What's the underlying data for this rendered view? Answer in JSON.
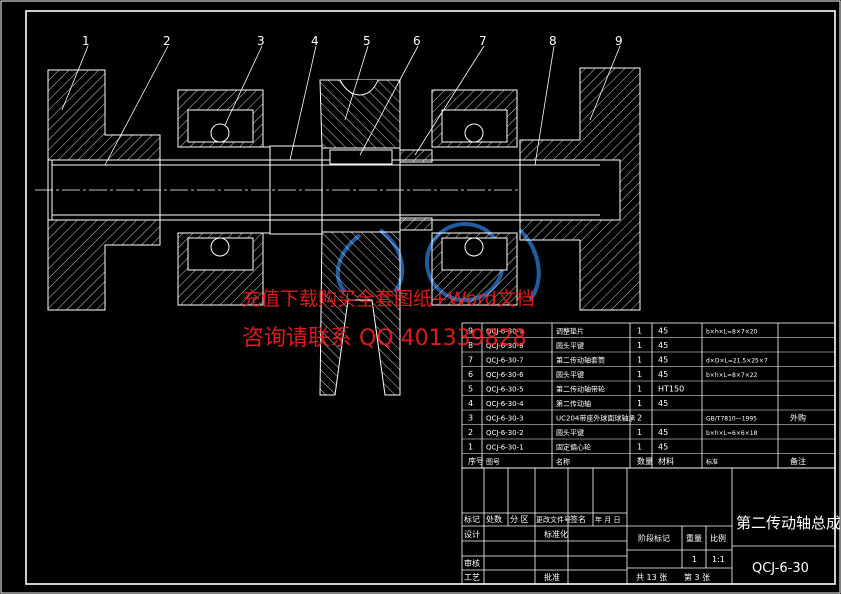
{
  "callouts": [
    "1",
    "2",
    "3",
    "4",
    "5",
    "6",
    "7",
    "8",
    "9"
  ],
  "bom_rows": [
    {
      "no": "9",
      "code": "QCJ-6-30-9",
      "name": "调整垫片",
      "qty": "1",
      "mat": "45",
      "std": "b×h×L=8×7×20",
      "note": ""
    },
    {
      "no": "8",
      "code": "QCJ-6-30-8",
      "name": "圆头平键",
      "qty": "1",
      "mat": "45",
      "std": "",
      "note": ""
    },
    {
      "no": "7",
      "code": "QCJ-6-30-7",
      "name": "第二传动轴套筒",
      "qty": "1",
      "mat": "45",
      "std": "d×D×L=21.5×25×7",
      "note": ""
    },
    {
      "no": "6",
      "code": "QCJ-6-30-6",
      "name": "圆头平键",
      "qty": "1",
      "mat": "45",
      "std": "b×h×L=8×7×22",
      "note": ""
    },
    {
      "no": "5",
      "code": "QCJ-6-30-5",
      "name": "第二传动轴带轮",
      "qty": "1",
      "mat": "HT150",
      "std": "",
      "note": ""
    },
    {
      "no": "4",
      "code": "QCJ-6-30-4",
      "name": "第二传动轴",
      "qty": "1",
      "mat": "45",
      "std": "",
      "note": ""
    },
    {
      "no": "3",
      "code": "QCJ-6-30-3",
      "name": "UC204带座外球面球轴承",
      "qty": "2",
      "mat": "",
      "std": "GB/T7810—1995",
      "note": "外购"
    },
    {
      "no": "2",
      "code": "QCJ-6-30-2",
      "name": "圆头平键",
      "qty": "1",
      "mat": "45",
      "std": "b×h×L=6×6×18",
      "note": ""
    },
    {
      "no": "1",
      "code": "QCJ-6-30-1",
      "name": "固定偏心轮",
      "qty": "1",
      "mat": "45",
      "std": "",
      "note": ""
    }
  ],
  "bom_header": {
    "no": "序号",
    "code": "图号",
    "name": "名称",
    "qty": "数量",
    "mat": "材料",
    "std": "标准",
    "note": "备注"
  },
  "title_block": {
    "title": "第二传动轴总成",
    "drawing_no": "QCJ-6-30",
    "labels": {
      "mark": "标记",
      "count": "处数",
      "zone": "分 区",
      "change_doc": "更改文件号",
      "sign": "签名",
      "date": "年 月 日",
      "design": "设计",
      "standardize": "标准化",
      "review": "审核",
      "process": "工艺",
      "approve": "批准",
      "stage": "阶段标记",
      "weight": "重量",
      "scale": "比例"
    },
    "qty_value": "1",
    "scale_value": "1:1",
    "sheets": "共 13 张",
    "sheet_no": "第 3 张"
  },
  "watermark": {
    "line1": "充值下载购买全套图纸+Word文档",
    "line2": "咨询请联系  QQ 401339828"
  },
  "colors": {
    "background": "#000000",
    "lines": "#ffffff",
    "watermark": "#ff2020",
    "logo": "#2a73c8"
  }
}
